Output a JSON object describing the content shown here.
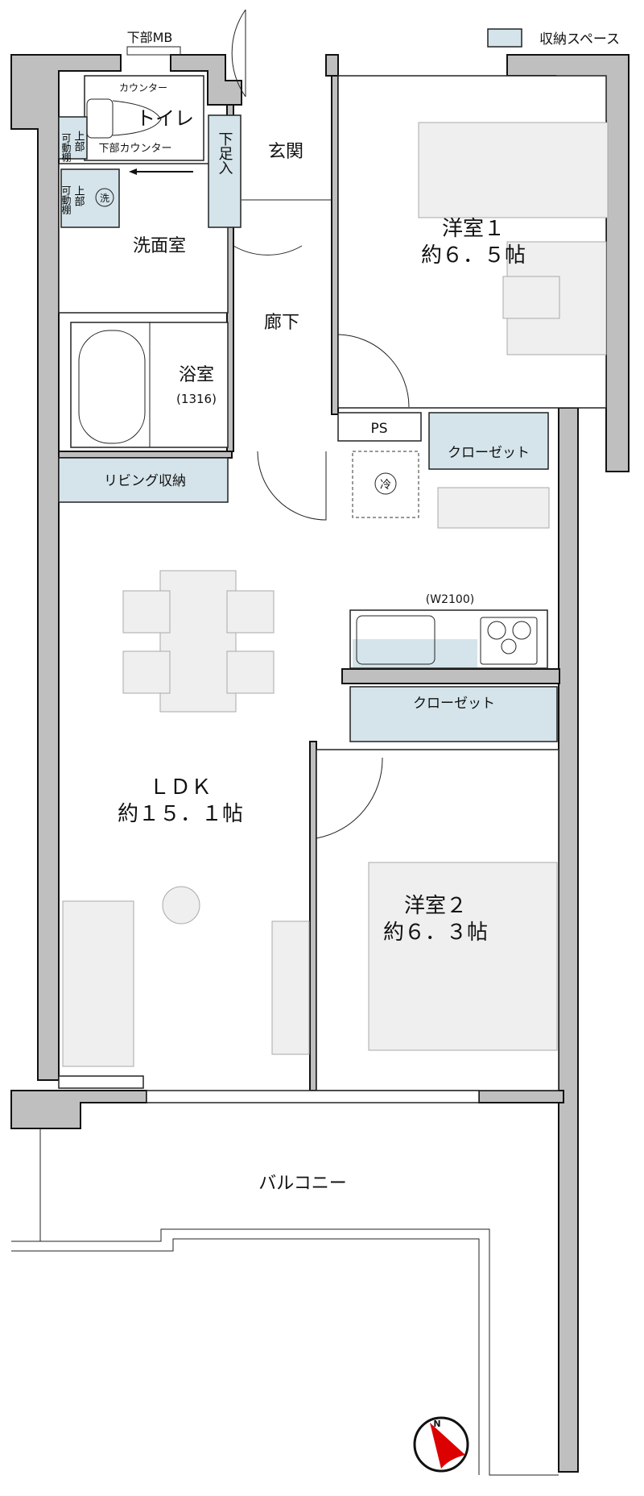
{
  "legend": {
    "label": "収納スペース",
    "color": "#d4e4ea"
  },
  "labels": {
    "mb": "下部MB",
    "counter": "カウンター",
    "toilet": "トイレ",
    "shelf_top_1": "可動棚",
    "upper_1": "上部",
    "lower_counter": "下部カウンター",
    "shelf_top_2": "可動棚",
    "upper_2": "上部",
    "washer": "洗",
    "shoe_storage": "下足入",
    "entrance": "玄関",
    "washroom": "洗面室",
    "bath": "浴室",
    "bath_size": "(1316)",
    "hallway": "廊下",
    "living_storage": "リビング収納",
    "room1_name": "洋室１",
    "room1_size": "約６．５帖",
    "ps": "PS",
    "closet1": "クローゼット",
    "fridge": "冷",
    "kitchen_width": "(W2100)",
    "closet2": "クローゼット",
    "ldk_name": "ＬＤＫ",
    "ldk_size": "約１５．１帖",
    "room2_name": "洋室２",
    "room2_size": "約６．３帖",
    "balcony": "バルコニー",
    "north": "N"
  },
  "colors": {
    "wall": "#bfbfbf",
    "storage": "#d4e4ea",
    "compass": "#dd0000"
  }
}
